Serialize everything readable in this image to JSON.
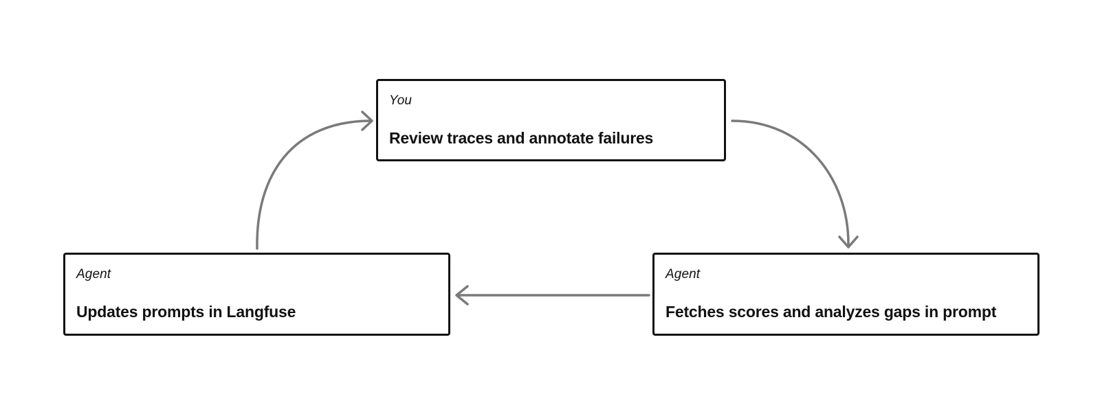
{
  "diagram": {
    "nodes": [
      {
        "id": "you",
        "role": "You",
        "title": "Review traces and annotate failures"
      },
      {
        "id": "agent-right",
        "role": "Agent",
        "title": "Fetches scores and analyzes gaps in prompt"
      },
      {
        "id": "agent-left",
        "role": "Agent",
        "title": "Updates prompts in Langfuse"
      }
    ],
    "edges": [
      {
        "from": "you",
        "to": "agent-right"
      },
      {
        "from": "agent-right",
        "to": "agent-left"
      },
      {
        "from": "agent-left",
        "to": "you"
      }
    ],
    "colors": {
      "node_border": "#111111",
      "edge": "#7a7a7a",
      "background": "#ffffff"
    }
  }
}
